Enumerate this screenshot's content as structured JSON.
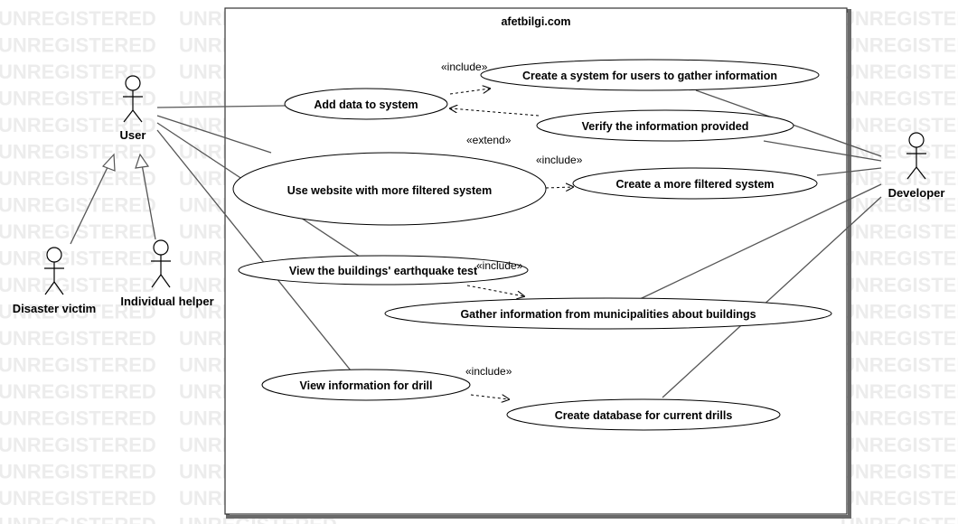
{
  "watermark": {
    "text": "UNREGISTERED"
  },
  "system": {
    "title": "afetbilgi.com"
  },
  "actors": {
    "user": "User",
    "developer": "Developer",
    "victim": "Disaster victim",
    "helper": "Individual helper"
  },
  "use_cases": {
    "gather_system": "Create a system for users to gather information",
    "add_data": "Add data to system",
    "verify": "Verify the information provided",
    "website": "Use website with more filtered system",
    "filtered": "Create a more filtered system",
    "buildings": "View the buildings' earthquake test",
    "municipal": "Gather information from municipalities about buildings",
    "drill": "View information for drill",
    "drill_db": "Create database for current drills"
  },
  "stereotypes": {
    "include_1": "«include»",
    "extend": "«extend»",
    "include_2": "«include»",
    "include_3": "«include»",
    "include_4": "«include»"
  }
}
